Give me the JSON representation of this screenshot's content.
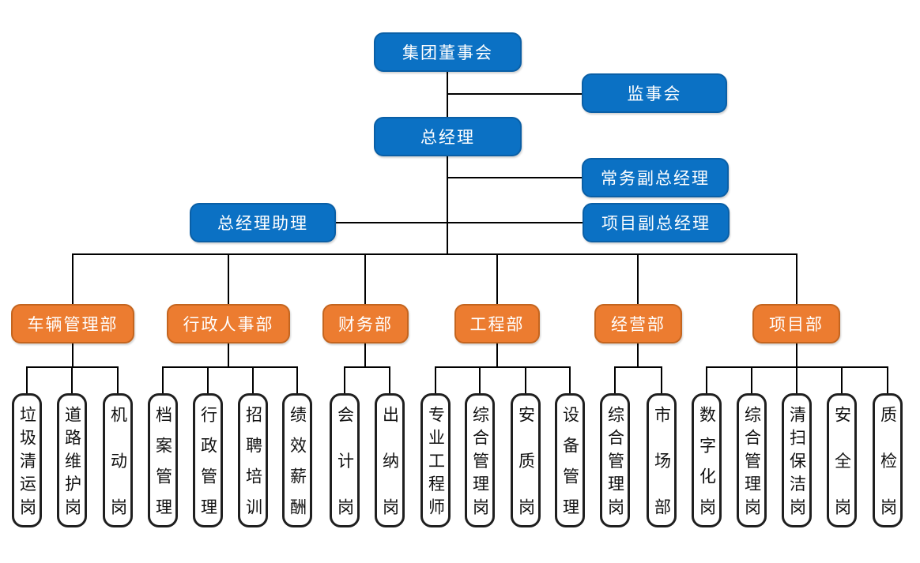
{
  "palette": {
    "blue_fill": "#0b71c4",
    "blue_border": "#0a5fa6",
    "orange_fill": "#ec7c30",
    "orange_border": "#c4651f",
    "leaf_fill": "#ffffff",
    "leaf_border": "#1f1f1f",
    "connector": "#000000"
  },
  "executives": {
    "board": {
      "label": "集团董事会"
    },
    "supervisory_board": {
      "label": "监事会"
    },
    "general_manager": {
      "label": "总经理"
    },
    "executive_deputy_gm": {
      "label": "常务副总经理"
    },
    "gm_assistant": {
      "label": "总经理助理"
    },
    "project_deputy_gm": {
      "label": "项目副总经理"
    }
  },
  "departments": [
    {
      "label": "车辆管理部",
      "positions": [
        {
          "label": "垃圾清运岗"
        },
        {
          "label": "道路维护岗"
        },
        {
          "label": "机动岗"
        }
      ]
    },
    {
      "label": "行政人事部",
      "positions": [
        {
          "label": "档案管理"
        },
        {
          "label": "行政管理"
        },
        {
          "label": "招聘培训"
        },
        {
          "label": "绩效薪酬"
        }
      ]
    },
    {
      "label": "财务部",
      "positions": [
        {
          "label": "会计岗"
        },
        {
          "label": "出纳岗"
        }
      ]
    },
    {
      "label": "工程部",
      "positions": [
        {
          "label": "专业工程师"
        },
        {
          "label": "综合管理岗"
        },
        {
          "label": "安质岗"
        },
        {
          "label": "设备管理"
        }
      ]
    },
    {
      "label": "经营部",
      "positions": [
        {
          "label": "综合管理岗"
        },
        {
          "label": "市场部"
        }
      ]
    },
    {
      "label": "项目部",
      "positions": [
        {
          "label": "数字化岗"
        },
        {
          "label": "综合管理岗"
        },
        {
          "label": "清扫保洁岗"
        },
        {
          "label": "安全岗"
        },
        {
          "label": "质检岗"
        }
      ]
    }
  ]
}
